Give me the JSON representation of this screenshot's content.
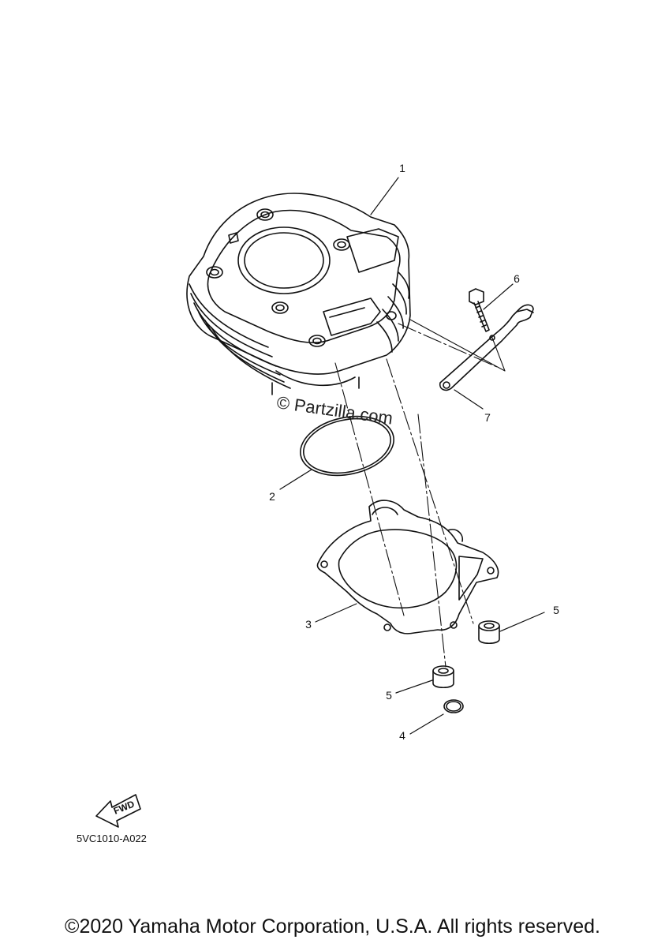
{
  "callouts": {
    "c1": "1",
    "c2": "2",
    "c3": "3",
    "c4": "4",
    "c5a": "5",
    "c5b": "5",
    "c6": "6",
    "c7": "7"
  },
  "watermark": "© Partzilla.com",
  "fwd_label": "FWD",
  "diagram_code": "5VC1010-A022",
  "copyright": "©2020 Yamaha Motor Corporation, U.S.A. All rights reserved."
}
